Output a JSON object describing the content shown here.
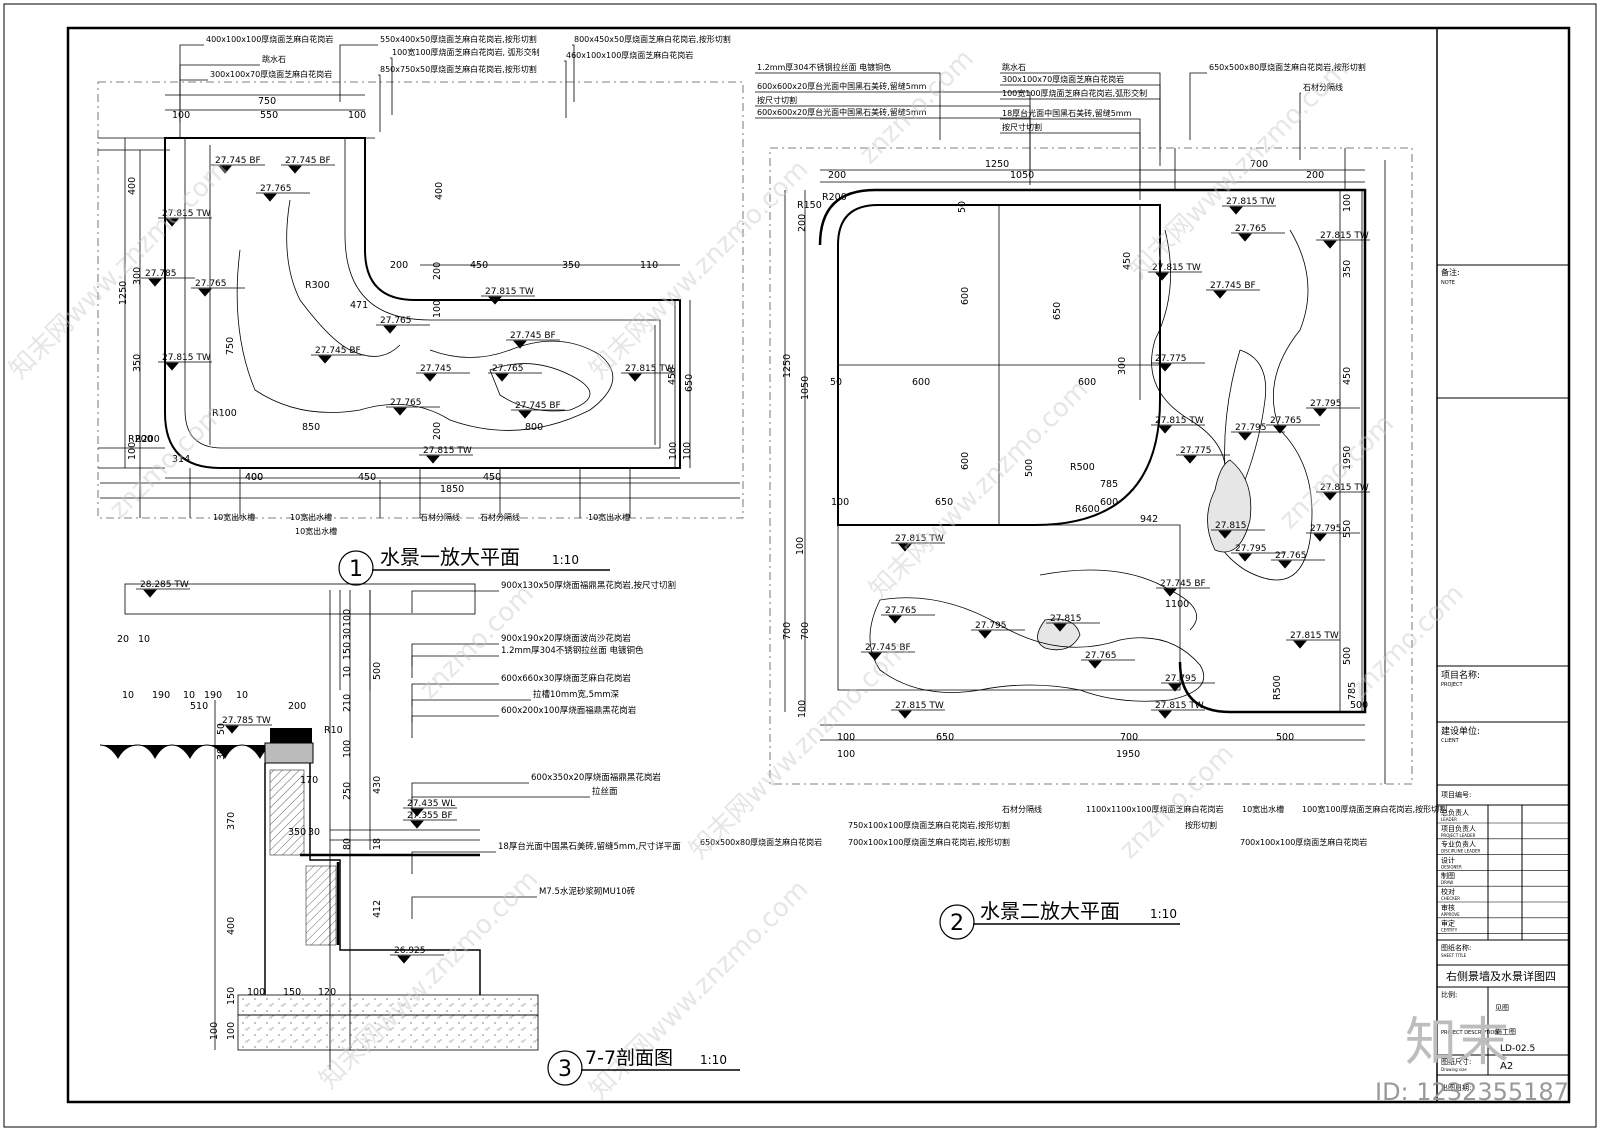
{
  "drawing": {
    "plan1_title": "水景一放大平面",
    "plan1_scale": "1:10",
    "plan1_num": "1",
    "plan2_title": "水景二放大平面",
    "plan2_scale": "1:10",
    "plan2_num": "2",
    "section_title": "7-7剖面图",
    "section_scale": "1:10",
    "section_num": "3"
  },
  "plan1": {
    "callouts_top": [
      "400x100x100厚烧面芝麻白花岗岩",
      "跳水石",
      "300x100x70厚烧面芝麻白花岗岩",
      "550x400x50厚烧面芝麻白花岗岩,按形切割",
      "100宽100厚烧面芝麻白花岗岩, 弧形交制",
      "850x750x50厚烧面芝麻白花岗岩,按形切割",
      "800x450x50厚烧面芝麻白花岗岩,按形切割",
      "460x100x100厚烧面芝麻白花岗岩"
    ],
    "callouts_bottom": [
      "10宽出水槽",
      "10宽出水槽",
      "石材分隔线",
      "石材分隔线",
      "10宽出水槽",
      "10宽出水槽"
    ],
    "elevations": [
      "27.745 BF",
      "27.745 BF",
      "27.765",
      "27.815 TW",
      "27.785",
      "27.765",
      "27.815 TW",
      "27.745 BF",
      "27.765",
      "27.815 TW",
      "27.745 BF",
      "27.745",
      "27.765",
      "27.765",
      "27.745 BF",
      "27.815 TW",
      "27.815 TW"
    ],
    "dims": [
      "750",
      "100",
      "550",
      "100",
      "200",
      "450",
      "350",
      "110",
      "400",
      "200",
      "100",
      "1250",
      "300",
      "750",
      "350",
      "400",
      "850",
      "800",
      "400",
      "450",
      "450",
      "1850",
      "100",
      "650",
      "450",
      "R200",
      "R300",
      "R100",
      "R200",
      "471",
      "314",
      "100",
      "200",
      "100",
      "400"
    ]
  },
  "plan2": {
    "callouts_top": [
      "1.2mm厚304不锈钢拉丝面  电镀铜色",
      "600x600x20厚台光面中国黑石美砖,留缝5mm",
      "按尺寸切割",
      "600x600x20厚台光面中国黑石美砖,留缝5mm",
      "跳水石",
      "300x100x70厚烧面芝麻白花岗岩",
      "100宽100厚烧面芝麻白花岗岩,弧形交制",
      "18厚台光面中国黑石美砖,留缝5mm",
      "按尺寸切割",
      "650x500x80厚烧面芝麻白花岗岩,按形切割",
      "石材分隔线"
    ],
    "callouts_bottom": [
      "750x100x100厚烧面芝麻白花岗岩,按形切割",
      "700x100x100厚烧面芝麻白花岗岩,按形切割",
      "石材分隔线",
      "650x500x80厚烧面芝麻白花岗岩",
      "1100x1100x100厚烧面芝麻白花岗岩",
      "按形切割",
      "10宽出水槽",
      "100宽100厚烧面芝麻白花岗岩,按形切割",
      "700x100x100厚烧面芝麻白花岗岩"
    ],
    "elevations": [
      "27.815 TW",
      "27.765",
      "27.815 TW",
      "27.815 TW",
      "27.745 BF",
      "27.775",
      "27.815 TW",
      "27.795",
      "27.765",
      "27.795",
      "27.775",
      "27.815 TW",
      "27.815",
      "27.795",
      "27.795",
      "27.765",
      "27.815 TW",
      "27.745 BF",
      "27.765",
      "27.815",
      "27.795",
      "27.815 TW",
      "27.745 BF",
      "27.765",
      "27.815 TW",
      "27.795",
      "27.815 TW"
    ],
    "dims": [
      "1250",
      "200",
      "1050",
      "700",
      "200",
      "R150",
      "R200",
      "50",
      "200",
      "450",
      "100",
      "350",
      "600",
      "650",
      "300",
      "1250",
      "1050",
      "50",
      "600",
      "600",
      "450",
      "600",
      "500",
      "1950",
      "R500",
      "R600",
      "785",
      "942",
      "100",
      "650",
      "600",
      "550",
      "100",
      "1100",
      "500",
      "700",
      "700",
      "100",
      "500",
      "100",
      "650",
      "700",
      "500",
      "1950",
      "100",
      "R500",
      "785"
    ]
  },
  "section": {
    "callouts": [
      "900x130x50厚烧面福鼎黑花岗岩,按尺寸切割",
      "900x190x20厚烧面波尚沙花岗岩",
      "1.2mm厚304不锈钢拉丝面  电镀铜色",
      "600x660x30厚烧面芝麻白花岗岩",
      "拉槽10mm宽,5mm深",
      "600x200x100厚烧面福鼎黑花岗岩",
      "600x350x20厚烧面福鼎黑花岗岩",
      "拉丝面",
      "18厚台光面中国黑石美砖,留缝5mm,尺寸详平面",
      "M7.5水泥砂浆砌MU10砖"
    ],
    "elevations": [
      "28.285 TW",
      "27.785 TW",
      "27.435 WL",
      "27.355 BF",
      "26.925"
    ],
    "dims": [
      "20",
      "10",
      "10",
      "190",
      "10",
      "190",
      "10",
      "510",
      "200",
      "R10",
      "100",
      "30",
      "150",
      "10",
      "210",
      "100",
      "250",
      "430",
      "18",
      "80",
      "412",
      "500",
      "50",
      "30",
      "170",
      "370",
      "350",
      "30",
      "400",
      "150",
      "100",
      "100",
      "100",
      "150",
      "120"
    ]
  },
  "title_block": {
    "note_label": "备注:",
    "note_en": "NOTE",
    "project_label": "项目名称:",
    "project_en": "PROJECT",
    "client_label": "建设单位:",
    "client_en": "CLIENT",
    "project_no_label": "项目编号:",
    "rows": [
      {
        "cn": "总负责人",
        "en": "LEADER"
      },
      {
        "cn": "项目负责人",
        "en": "PROJECT LEADER"
      },
      {
        "cn": "专业负责人",
        "en": "DISCIPLINE LEADER"
      },
      {
        "cn": "设计",
        "en": "DESIGNER"
      },
      {
        "cn": "制图",
        "en": "DRAW"
      },
      {
        "cn": "校对",
        "en": "CHECKER"
      },
      {
        "cn": "审核",
        "en": "APPROVE"
      },
      {
        "cn": "审定",
        "en": "CERTIFY"
      }
    ],
    "sheet_title_label": "图纸名称:",
    "sheet_title_en": "SHEET TITLE",
    "sheet_title": "右侧景墙及水景详图四",
    "scale_label": "比例:",
    "scale_value": "见图",
    "desc_label": "PROJECT DESCRIPTION",
    "desc_value": "施工图",
    "drawing_no": "LD-02.5",
    "size_label": "图纸尺寸:",
    "size_en": "Drawing size",
    "size_value": "A2",
    "date_label": "出图日期:"
  },
  "watermark": {
    "text": "znzmo.com",
    "text_cn": "知末网www.znzmo.com",
    "logo": "知末",
    "id": "ID: 1232355187"
  }
}
